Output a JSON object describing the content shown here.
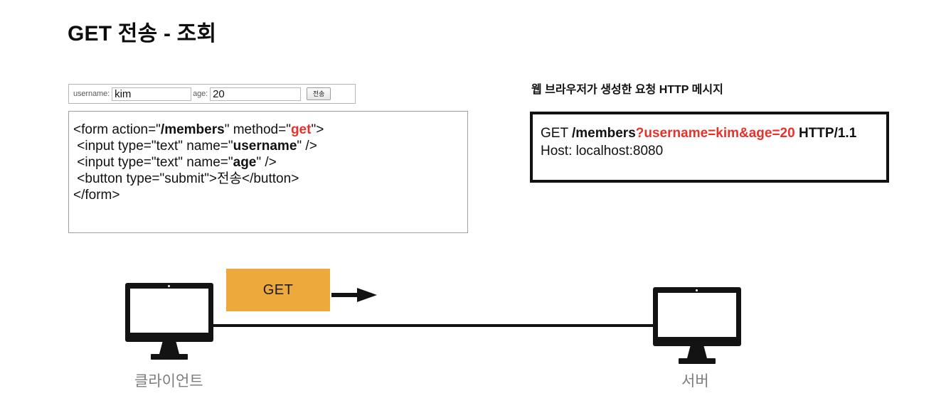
{
  "slide": {
    "title": "GET 전송 - 조회"
  },
  "form_mock": {
    "username_label": "username:",
    "username_value": "kim",
    "age_label": "age:",
    "age_value": "20",
    "submit_label": "전송"
  },
  "code_box": {
    "lines": [
      {
        "segments": [
          {
            "text": "<form action=\"",
            "style": "plain"
          },
          {
            "text": "/members",
            "style": "bold"
          },
          {
            "text": "\" method=\"",
            "style": "plain"
          },
          {
            "text": "get",
            "style": "red"
          },
          {
            "text": "\">",
            "style": "plain"
          }
        ]
      },
      {
        "segments": [
          {
            "text": " <input type=\"text\" name=\"",
            "style": "plain"
          },
          {
            "text": "username",
            "style": "bold"
          },
          {
            "text": "\" />",
            "style": "plain"
          }
        ]
      },
      {
        "segments": [
          {
            "text": " <input type=\"text\" name=\"",
            "style": "plain"
          },
          {
            "text": "age",
            "style": "bold"
          },
          {
            "text": "\" />",
            "style": "plain"
          }
        ]
      },
      {
        "segments": [
          {
            "text": " <button type=\"submit\">전송</button>",
            "style": "plain"
          }
        ]
      },
      {
        "segments": [
          {
            "text": "</form>",
            "style": "plain"
          }
        ]
      }
    ]
  },
  "http_panel": {
    "heading": "웹 브라우저가 생성한 요청 HTTP 메시지",
    "lines": [
      {
        "segments": [
          {
            "text": "GET ",
            "style": "plain"
          },
          {
            "text": "/members",
            "style": "bold"
          },
          {
            "text": "?username=kim&age=20",
            "style": "red"
          },
          {
            "text": " HTTP/1.1",
            "style": "bold"
          }
        ]
      },
      {
        "segments": [
          {
            "text": "Host: localhost:8080",
            "style": "plain"
          }
        ]
      }
    ]
  },
  "diagram": {
    "client_label": "클라이언트",
    "server_label": "서버",
    "request_box_label": "GET",
    "request_box_color": "#eda93c",
    "accent_red": "#e8312a",
    "label_gray": "#7d7d7d"
  }
}
